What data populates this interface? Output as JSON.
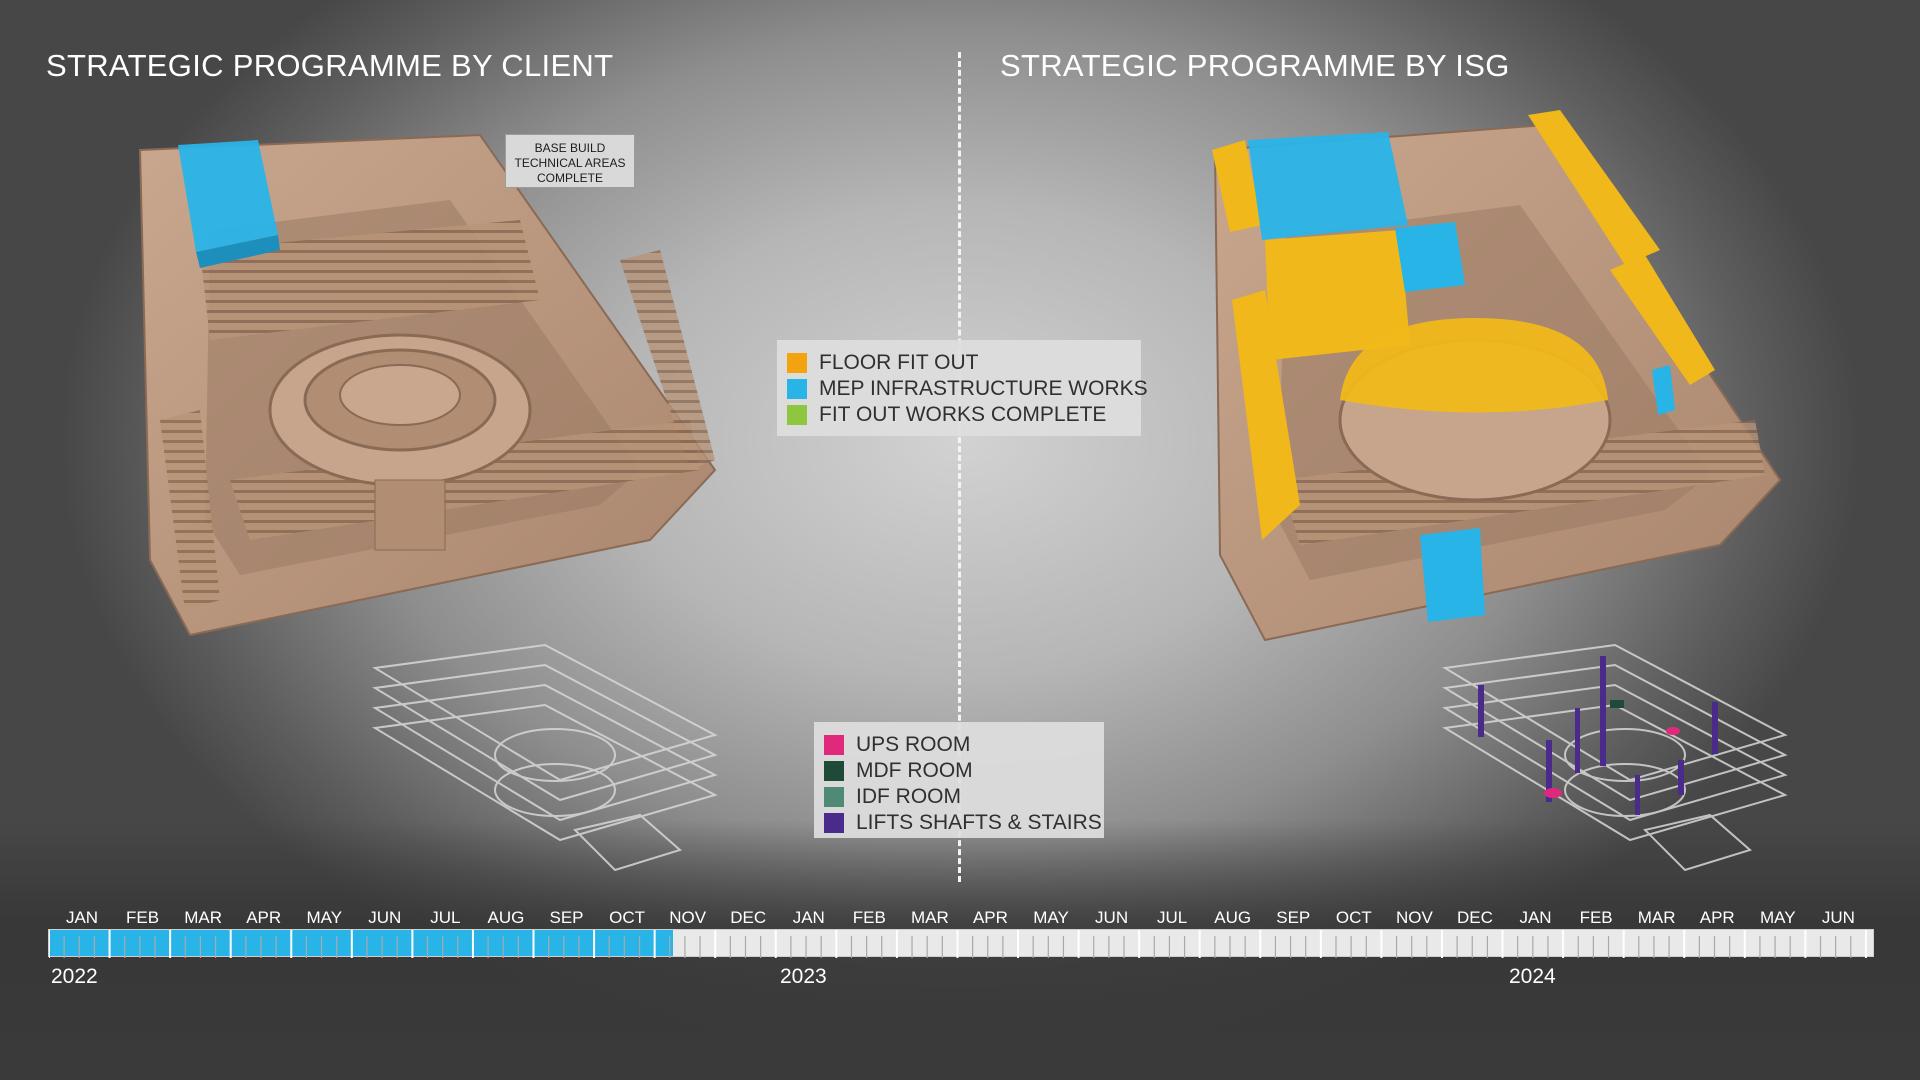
{
  "headings": {
    "client": "STRATEGIC PROGRAMME BY CLIENT",
    "isg": "STRATEGIC PROGRAMME BY ISG"
  },
  "callout": {
    "line1": "BASE BUILD",
    "line2": "TECHNICAL AREAS",
    "line3": "COMPLETE"
  },
  "legend_works": [
    {
      "label": "FLOOR FIT OUT",
      "color": "#f2a30f"
    },
    {
      "label": "MEP INFRASTRUCTURE WORKS",
      "color": "#29b4e8"
    },
    {
      "label": "FIT OUT WORKS COMPLETE",
      "color": "#8ec63f"
    }
  ],
  "legend_rooms": [
    {
      "label": "UPS ROOM",
      "color": "#e0287d"
    },
    {
      "label": "MDF ROOM",
      "color": "#1f4a38"
    },
    {
      "label": "IDF ROOM",
      "color": "#4e8a76"
    },
    {
      "label": "LIFTS SHAFTS & STAIRS",
      "color": "#4a2a8a"
    }
  ],
  "timeline": {
    "months": [
      "JAN",
      "FEB",
      "MAR",
      "APR",
      "MAY",
      "JUN",
      "JUL",
      "AUG",
      "SEP",
      "OCT",
      "NOV",
      "DEC",
      "JAN",
      "FEB",
      "MAR",
      "APR",
      "MAY",
      "JUN",
      "JUL",
      "AUG",
      "SEP",
      "OCT",
      "NOV",
      "DEC",
      "JAN",
      "FEB",
      "MAR",
      "APR",
      "MAY",
      "JUN"
    ],
    "years": [
      "2022",
      "2023",
      "2024"
    ],
    "progress_months_complete": 10.3,
    "progress_color": "#29b4e8"
  },
  "colors": {
    "wood": "#c19f86",
    "wood_dark": "#9a7a64",
    "mep": "#29b4e8",
    "fitout": "#f0b81a",
    "lifts": "#4a2a8a",
    "ups": "#e0287d",
    "mdf": "#1f4a38"
  }
}
